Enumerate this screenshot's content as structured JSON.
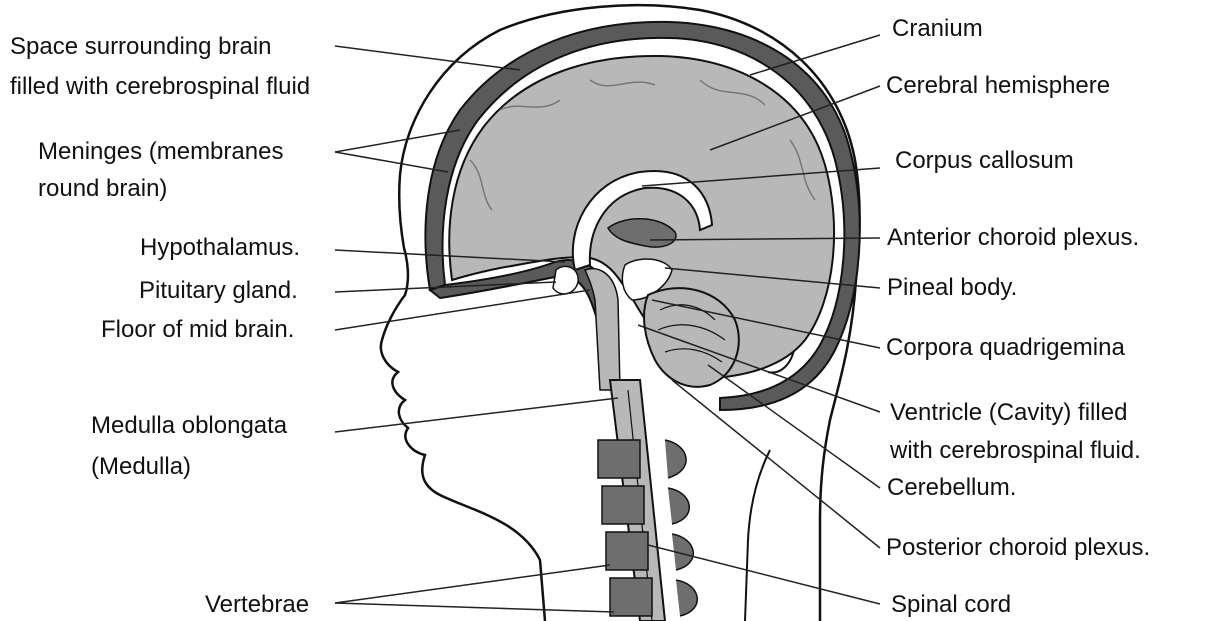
{
  "diagram": {
    "labels_left": {
      "space_surrounding_brain_1": "Space surrounding brain",
      "space_surrounding_brain_2": "filled with cerebrospinal fluid",
      "meninges_1": "Meninges (membranes",
      "meninges_2": "round brain)",
      "hypothalamus": "Hypothalamus.",
      "pituitary_gland": "Pituitary gland.",
      "floor_of_mid_brain": "Floor of mid brain.",
      "medulla_1": "Medulla oblongata",
      "medulla_2": "(Medulla)",
      "vertebrae": "Vertebrae"
    },
    "labels_right": {
      "cranium": "Cranium",
      "cerebral_hemisphere": "Cerebral hemisphere",
      "corpus_callosum": "Corpus callosum",
      "anterior_choroid_plexus": "Anterior choroid plexus.",
      "pineal_body": "Pineal body.",
      "corpora_quadrigemina": "Corpora quadrigemina",
      "ventricle_1": "Ventricle (Cavity) filled",
      "ventricle_2": "with cerebrospinal fluid.",
      "cerebellum": "Cerebellum.",
      "posterior_choroid_plexus": "Posterior choroid plexus.",
      "spinal_cord": "Spinal cord"
    },
    "colors": {
      "cranium_fill": "#5a5a5a",
      "brain_fill": "#b8b8b8",
      "dark_tissue": "#6e6e6e",
      "outline": "#111111",
      "leader_line": "#222222",
      "background": "#ffffff"
    }
  }
}
